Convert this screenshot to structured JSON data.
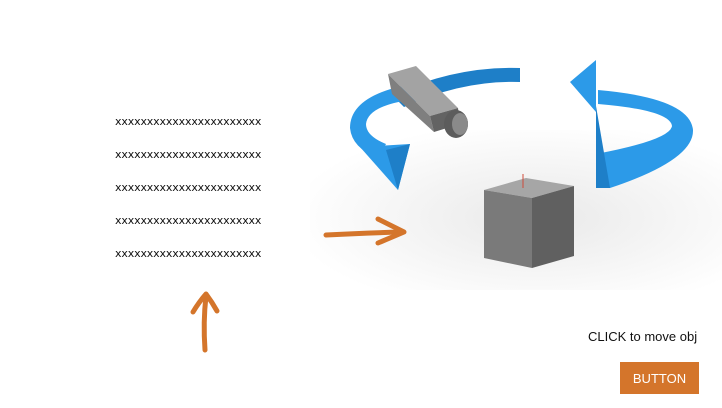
{
  "text_lines": [
    "xxxxxxxxxxxxxxxxxxxxxxx",
    "xxxxxxxxxxxxxxxxxxxxxxx",
    "xxxxxxxxxxxxxxxxxxxxxxx",
    "xxxxxxxxxxxxxxxxxxxxxxx",
    "xxxxxxxxxxxxxxxxxxxxxxx"
  ],
  "hint": "CLICK to move obj",
  "button_label": "BUTTON",
  "colors": {
    "accent": "#d4752b",
    "rotation_arrow": "#2c9ae8",
    "object_gray": "#7a7a7a"
  },
  "icons": [
    "camera-object",
    "cube-object",
    "rotation-arrows",
    "hand-drawn-arrow"
  ]
}
